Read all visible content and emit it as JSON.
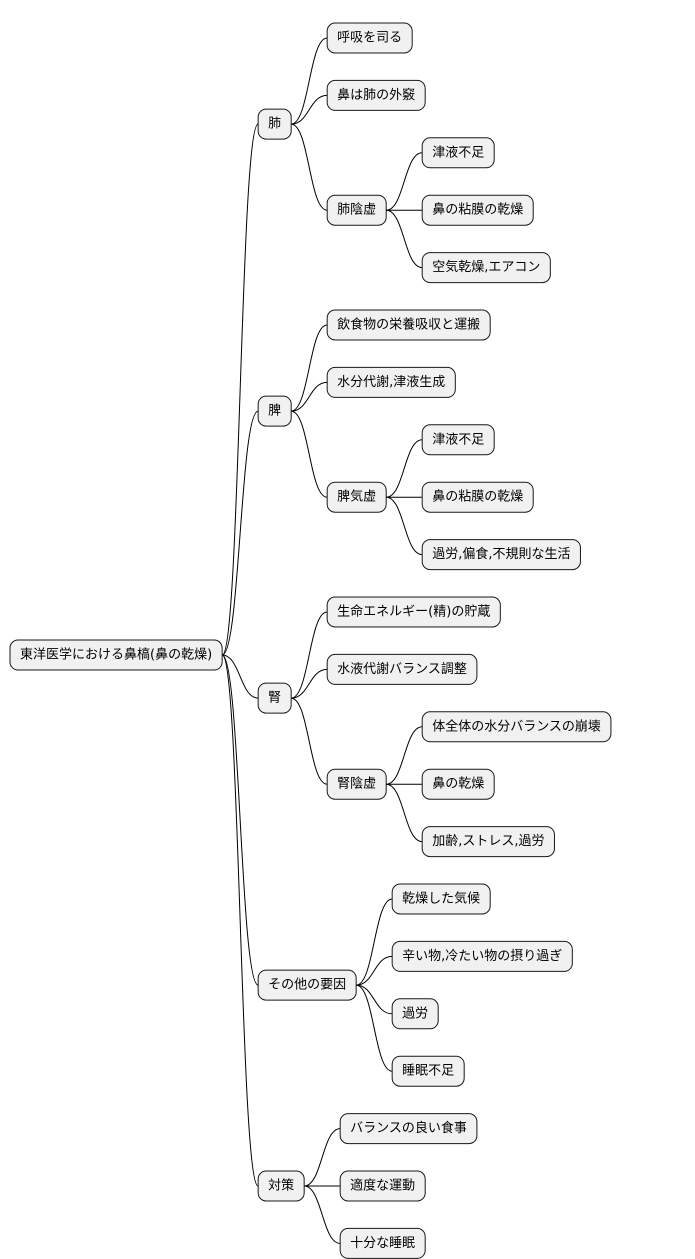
{
  "colors": {
    "node_fill": "#f1f1f1",
    "node_stroke": "#181818",
    "edge": "#000000",
    "text": "#000000",
    "background": "#ffffff"
  },
  "mindmap": {
    "root": {
      "label": "東洋医学における鼻槁(鼻の乾燥)",
      "children": [
        {
          "label": "肺",
          "children": [
            {
              "label": "呼吸を司る"
            },
            {
              "label": "鼻は肺の外竅"
            },
            {
              "label": "肺陰虚",
              "children": [
                {
                  "label": "津液不足"
                },
                {
                  "label": "鼻の粘膜の乾燥"
                },
                {
                  "label": "空気乾燥,エアコン"
                }
              ]
            }
          ]
        },
        {
          "label": "脾",
          "children": [
            {
              "label": "飲食物の栄養吸収と運搬"
            },
            {
              "label": "水分代謝,津液生成"
            },
            {
              "label": "脾気虚",
              "children": [
                {
                  "label": "津液不足"
                },
                {
                  "label": "鼻の粘膜の乾燥"
                },
                {
                  "label": "過労,偏食,不規則な生活"
                }
              ]
            }
          ]
        },
        {
          "label": "腎",
          "children": [
            {
              "label": "生命エネルギー(精)の貯蔵"
            },
            {
              "label": "水液代謝バランス調整"
            },
            {
              "label": "腎陰虚",
              "children": [
                {
                  "label": "体全体の水分バランスの崩壊"
                },
                {
                  "label": "鼻の乾燥"
                },
                {
                  "label": "加齢,ストレス,過労"
                }
              ]
            }
          ]
        },
        {
          "label": "その他の要因",
          "children": [
            {
              "label": "乾燥した気候"
            },
            {
              "label": "辛い物,冷たい物の摂り過ぎ"
            },
            {
              "label": "過労"
            },
            {
              "label": "睡眠不足"
            }
          ]
        },
        {
          "label": "対策",
          "children": [
            {
              "label": "バランスの良い食事"
            },
            {
              "label": "適度な運動"
            },
            {
              "label": "十分な睡眠"
            }
          ]
        }
      ]
    }
  }
}
